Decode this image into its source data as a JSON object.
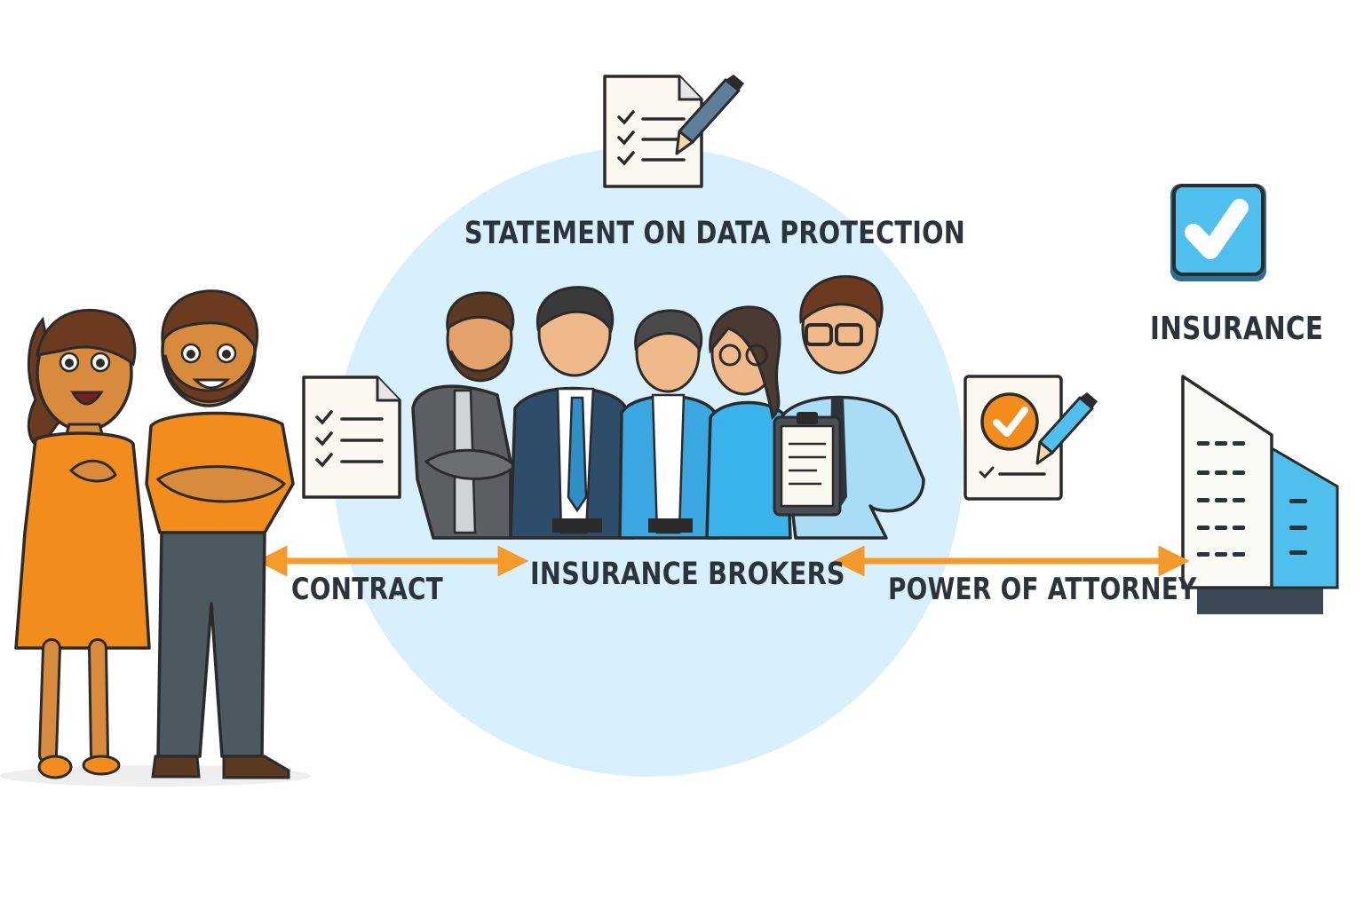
{
  "labels": {
    "statement": "STATEMENT ON DATA PROTECTION",
    "insurance": "INSURANCE",
    "contract": "CONTRACT",
    "brokers": "INSURANCE BROKERS",
    "power_of_attorney": "POWER OF ATTORNEY"
  },
  "icons": {
    "statement_document": "document-pen-icon",
    "contract_document": "checklist-document-icon",
    "attorney_document": "approved-document-pen-icon",
    "insurance_check": "checkbox-icon",
    "insurance_company": "office-building-icon"
  },
  "colors": {
    "circle": "#d7f0fb",
    "arrow": "#f39a2b",
    "orange": "#f28c1c",
    "blue": "#4fc0ee",
    "dark_text": "#2b333b"
  }
}
